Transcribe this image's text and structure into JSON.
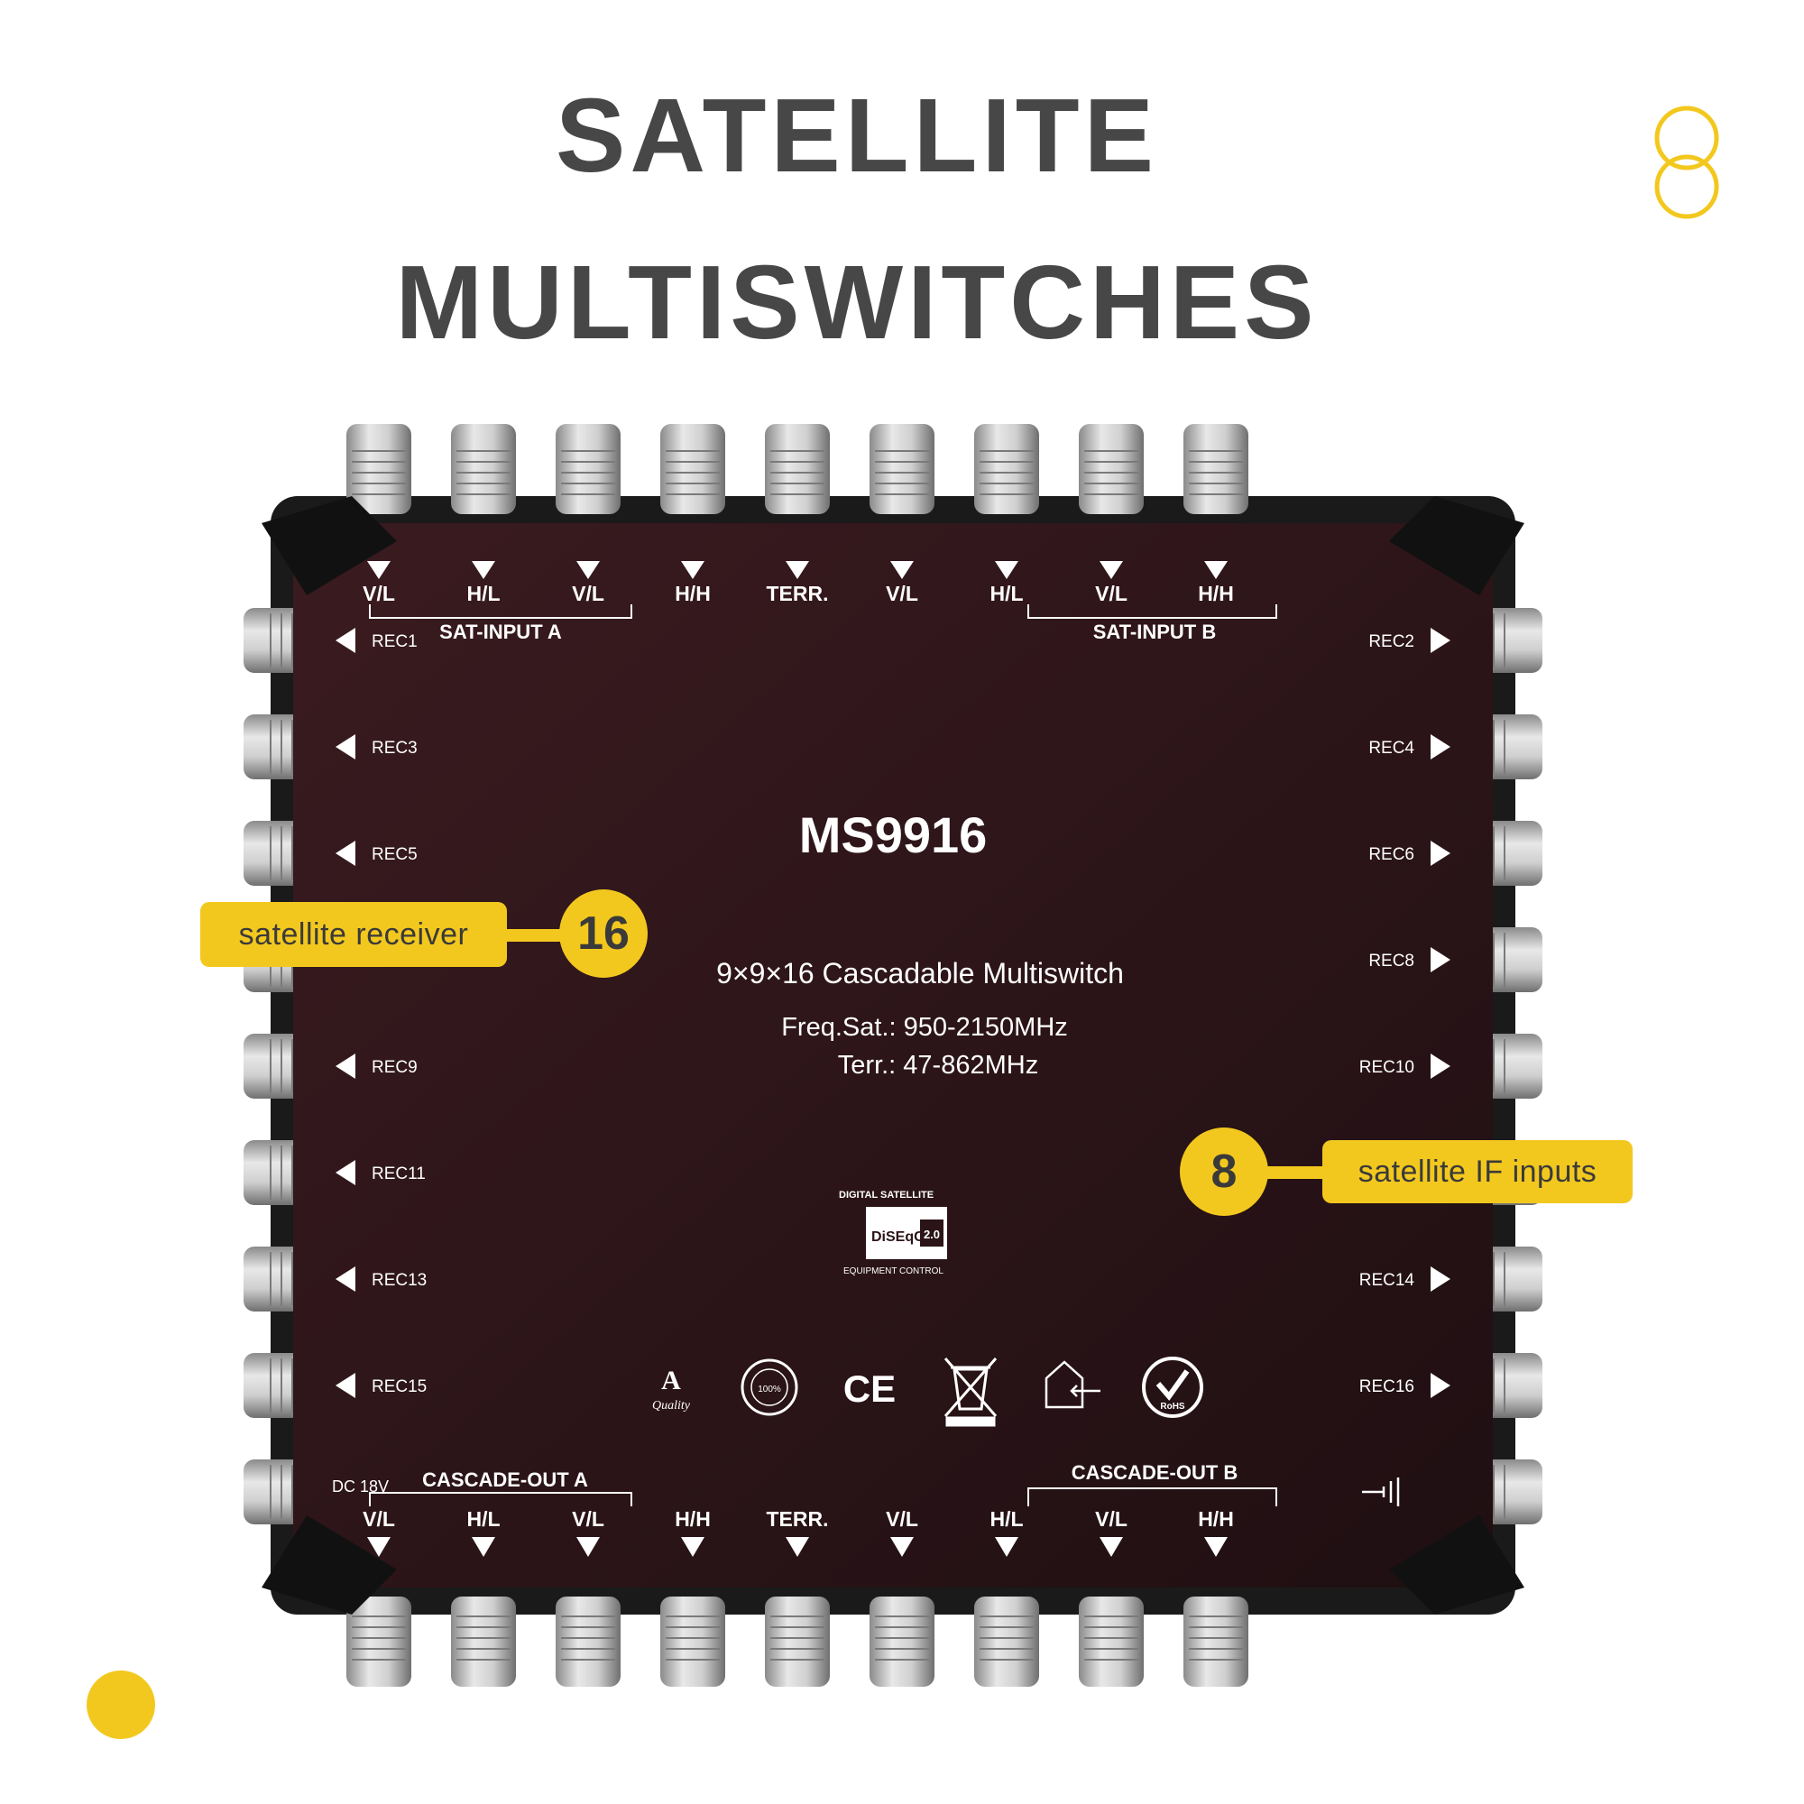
{
  "headline": {
    "line1": "SATELLITE",
    "line2": "MULTISWITCHES"
  },
  "device": {
    "model": "MS9916",
    "description": "9×9×16 Cascadable Multiswitch",
    "freq_sat": "Freq.Sat.: 950-2150MHz",
    "freq_terr": "Terr.: 47-862MHz",
    "top_labels": [
      "V/L",
      "H/L",
      "V/L",
      "H/H",
      "TERR.",
      "V/L",
      "H/L",
      "V/L",
      "H/H"
    ],
    "bottom_labels": [
      "V/L",
      "H/L",
      "V/L",
      "H/H",
      "TERR.",
      "V/L",
      "H/L",
      "V/L",
      "H/H"
    ],
    "sat_input_a": "SAT-INPUT A",
    "sat_input_b": "SAT-INPUT B",
    "cascade_out_a": "CASCADE-OUT A",
    "cascade_out_b": "CASCADE-OUT B",
    "dc_label": "DC 18V",
    "left_ports": [
      "REC1",
      "REC3",
      "REC5",
      "REC9",
      "REC11",
      "REC13",
      "REC15"
    ],
    "right_ports": [
      "REC2",
      "REC4",
      "REC6",
      "REC8",
      "REC10",
      "REC14",
      "REC16"
    ],
    "diseqc": {
      "top": "DIGITAL SATELLITE",
      "name": "DiSEqC",
      "version": "2.0",
      "bottom": "EQUIPMENT CONTROL"
    },
    "cert_a": "A",
    "cert_quality": "Quality",
    "cert_100": "100%",
    "cert_ce": "CE",
    "cert_rohs": "RoHS"
  },
  "callouts": [
    {
      "label": "satellite receiver",
      "number": "16"
    },
    {
      "label": "satellite IF inputs",
      "number": "8"
    }
  ],
  "colors": {
    "accent": "#f3c81e",
    "title": "#474747",
    "panel": "#2b1418",
    "housing": "#1d1d1d"
  }
}
